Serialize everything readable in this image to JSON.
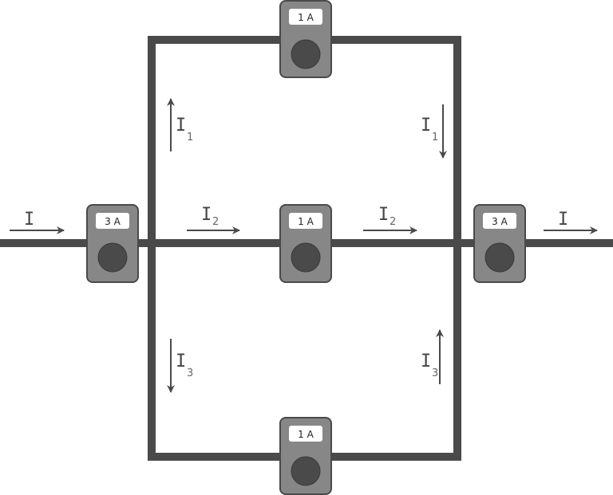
{
  "meters": {
    "left": "3 A",
    "top": "1 A",
    "middle": "1 A",
    "bottom": "1 A",
    "right": "3 A"
  },
  "currents": {
    "main": "I",
    "branch1": {
      "symbol": "I",
      "sub": "1"
    },
    "branch2": {
      "symbol": "I",
      "sub": "2"
    },
    "branch3": {
      "symbol": "I",
      "sub": "3"
    }
  }
}
